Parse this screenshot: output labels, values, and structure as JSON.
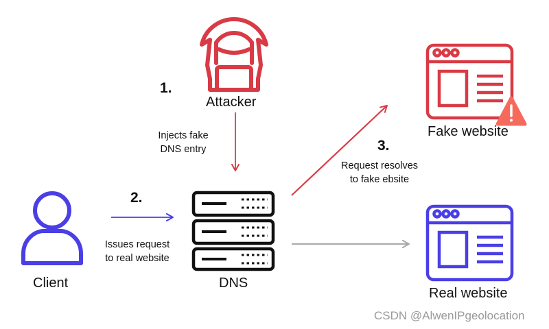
{
  "colors": {
    "attacker": "#d83b45",
    "client": "#4a3fe6",
    "neutral": "#111111",
    "arrow_gray": "#a9a9a9",
    "warning": "#f46b5d"
  },
  "nodes": {
    "attacker": {
      "label": "Attacker",
      "icon": "hooded-hacker-icon"
    },
    "client": {
      "label": "Client",
      "icon": "user-icon"
    },
    "dns": {
      "label": "DNS",
      "icon": "server-stack-icon"
    },
    "fake_site": {
      "label": "Fake website",
      "icon": "browser-window-icon"
    },
    "real_site": {
      "label": "Real website",
      "icon": "browser-window-icon"
    }
  },
  "steps": {
    "step1": {
      "number": "1.",
      "lines": [
        "Injects fake",
        "DNS entry"
      ]
    },
    "step2": {
      "number": "2.",
      "lines": [
        "Issues request",
        "to real website"
      ]
    },
    "step3": {
      "number": "3.",
      "lines": [
        "Request resolves",
        "to fake ebsite"
      ]
    }
  },
  "watermark": "CSDN @AlwenIPgeolocation"
}
